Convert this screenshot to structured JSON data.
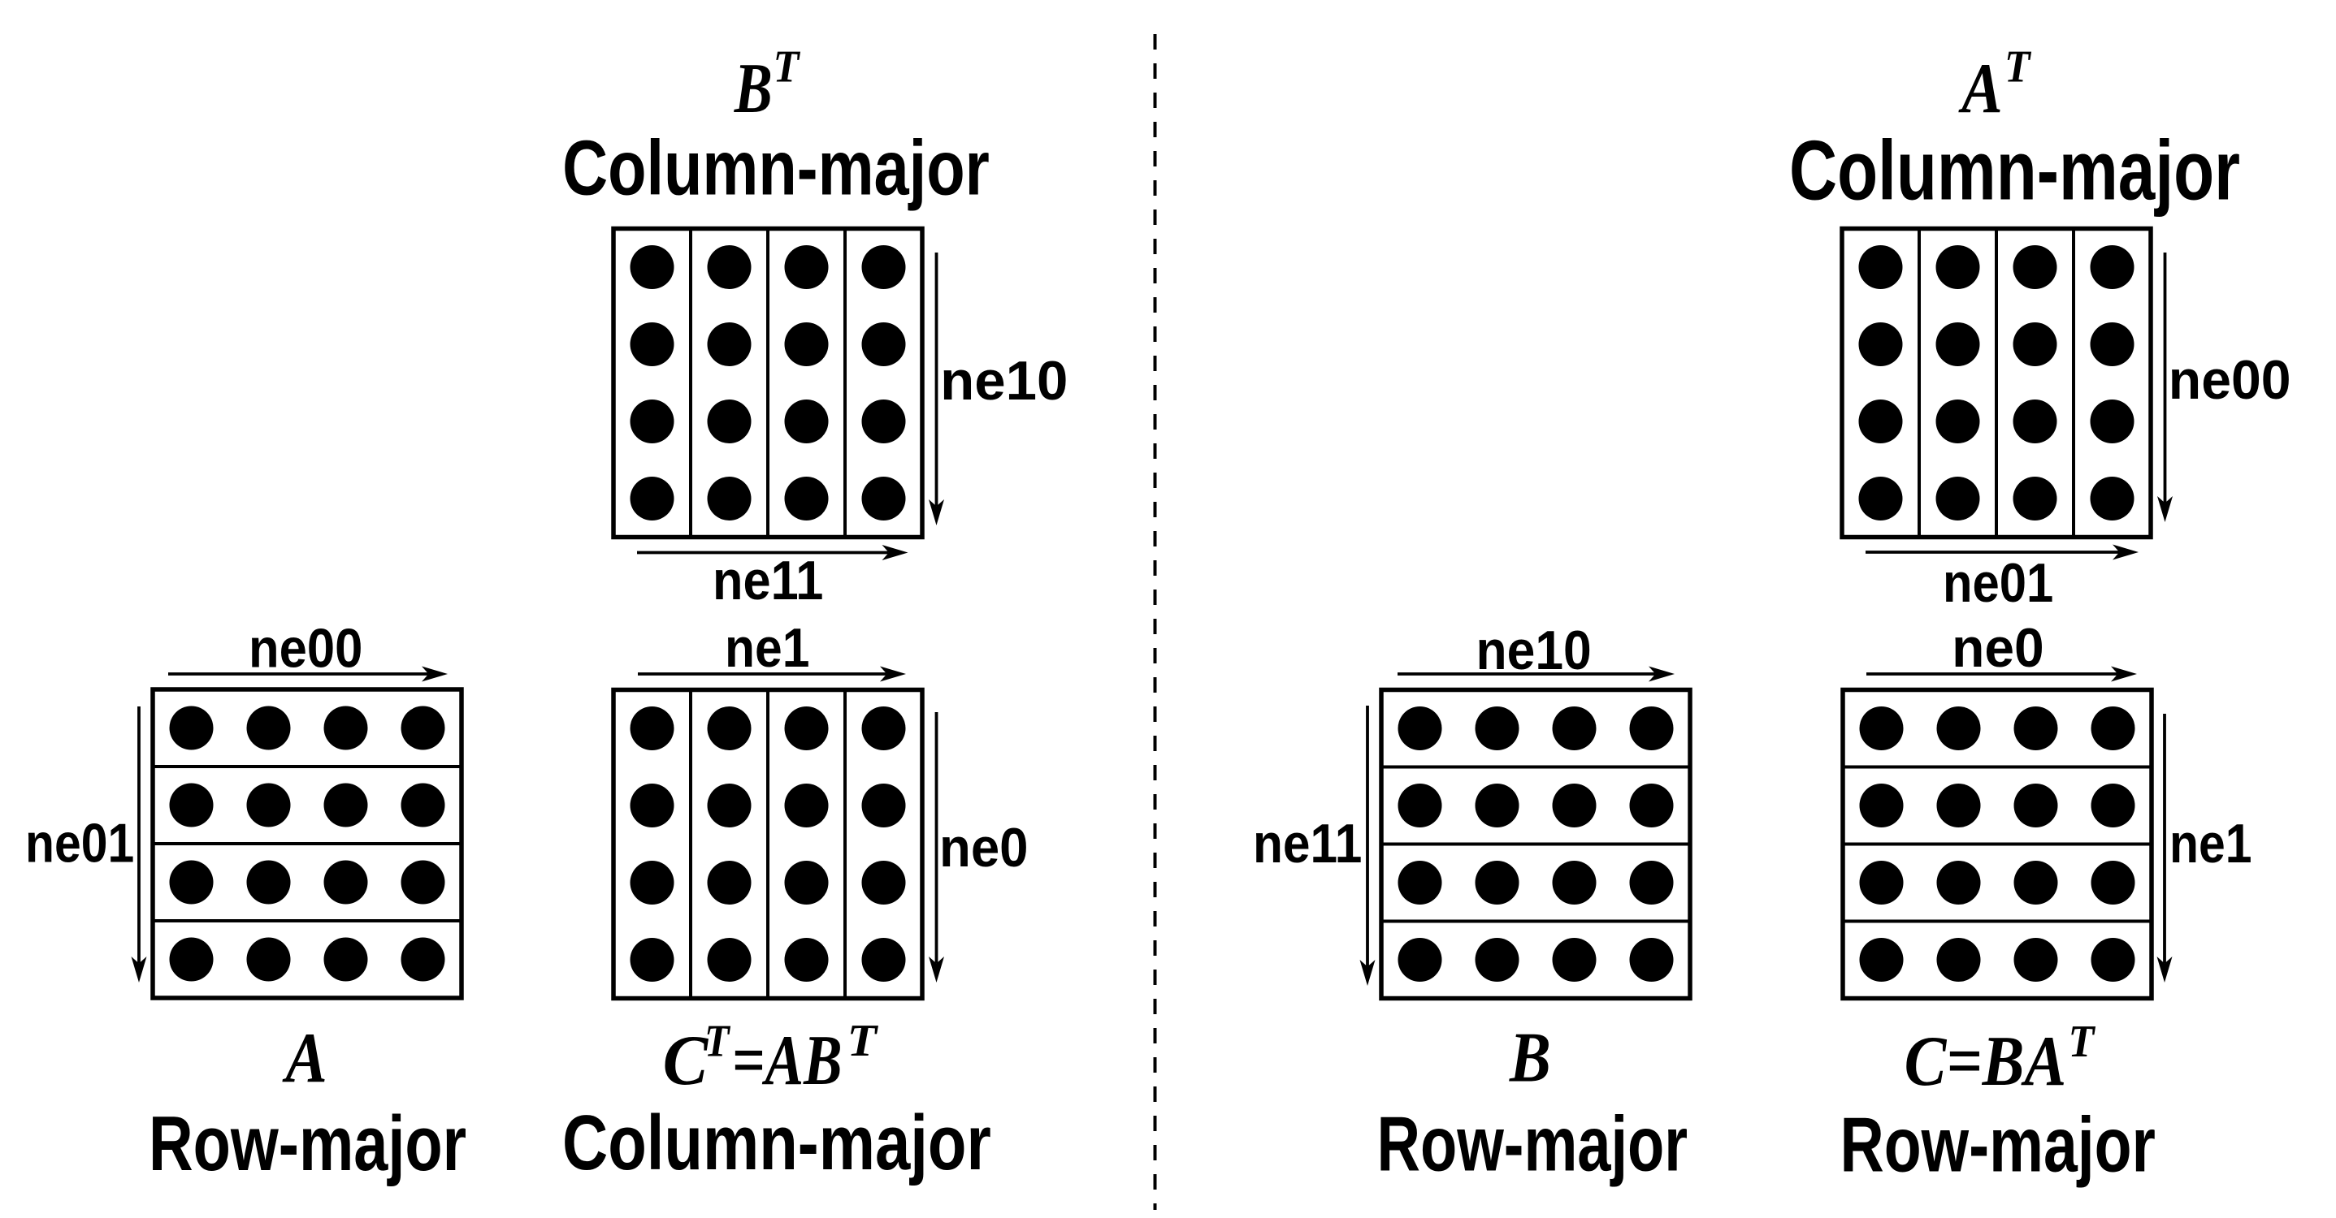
{
  "page": {
    "background_color": "#ffffff",
    "ink_color": "#000000",
    "description": "Matrix memory-layout diagram: row-major vs column-major views of A, B and C matrices"
  },
  "separator": {
    "style": "dashed-vertical-line"
  },
  "figures": {
    "b_transpose": {
      "title_base": "B",
      "title_sup": "T",
      "layout_label": "Column-major",
      "dim_right": "ne10",
      "dim_bottom": "ne11",
      "grid": {
        "rows": 4,
        "cols": 4,
        "orientation": "column-major"
      }
    },
    "a": {
      "title_base": "A",
      "layout_label": "Row-major",
      "dim_top": "ne00",
      "dim_left": "ne01",
      "grid": {
        "rows": 4,
        "cols": 4,
        "orientation": "row-major"
      }
    },
    "c_transpose": {
      "formula_p1": "C",
      "formula_p1_sup": "T",
      "formula_p2": "=AB",
      "formula_p2_sup": "T",
      "layout_label": "Column-major",
      "dim_top": "ne1",
      "dim_right": "ne0",
      "grid": {
        "rows": 4,
        "cols": 4,
        "orientation": "column-major"
      }
    },
    "a_transpose": {
      "title_base": "A",
      "title_sup": "T",
      "layout_label": "Column-major",
      "dim_right": "ne00",
      "dim_bottom": "ne01",
      "grid": {
        "rows": 4,
        "cols": 4,
        "orientation": "column-major"
      }
    },
    "b": {
      "title_base": "B",
      "layout_label": "Row-major",
      "dim_top": "ne10",
      "dim_left": "ne11",
      "grid": {
        "rows": 4,
        "cols": 4,
        "orientation": "row-major"
      }
    },
    "c": {
      "formula_p1": "C=BA",
      "formula_p1_sup": "T",
      "layout_label": "Row-major",
      "dim_top": "ne0",
      "dim_right": "ne1",
      "grid": {
        "rows": 4,
        "cols": 4,
        "orientation": "row-major"
      }
    }
  }
}
